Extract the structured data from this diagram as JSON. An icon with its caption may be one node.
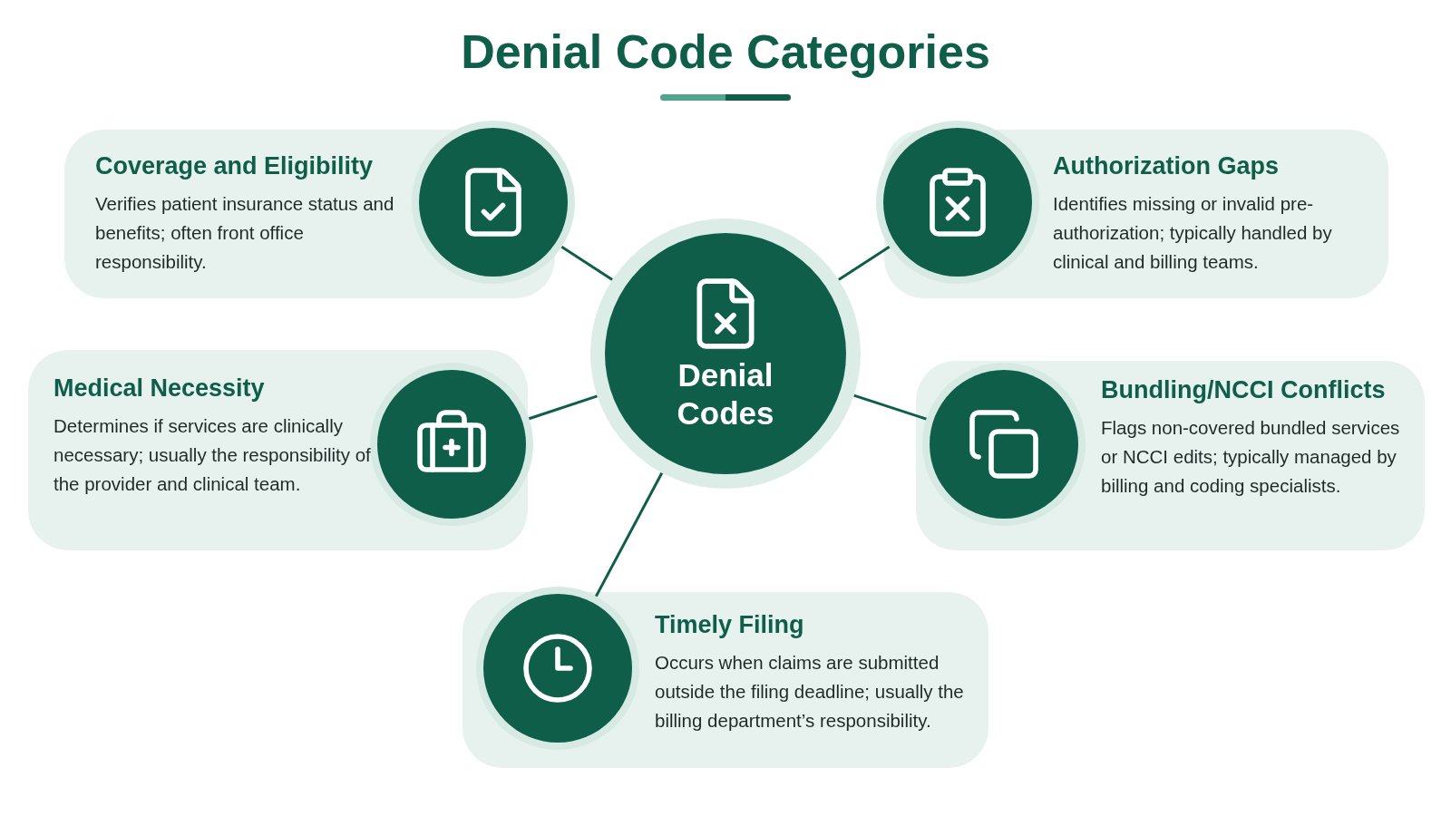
{
  "diagram": {
    "title": "Denial Code Categories",
    "nodes": [
      {
        "text": [
          "Denial Codes"
        ]
      },
      {
        "text": [
          "Coverage and Eligibility",
          "Verifies patient insurance status and benefits; often front office responsibility."
        ]
      },
      {
        "text": [
          "Authorization Gaps",
          "Identifies missing or invalid pre-authorization; typically handled by clinical and billing teams."
        ]
      },
      {
        "text": [
          "Medical Necessity",
          "Determines if services are clinically necessary; usually the responsibility of the provider and clinical team."
        ]
      },
      {
        "text": [
          "Bundling/NCCI Conflicts",
          "Flags non-covered bundled services or NCCI edits; typically managed by billing and coding specialists."
        ]
      },
      {
        "text": [
          "Timely Filing",
          "Occurs when claims are submitted outside the filing deadline; usually the billing department’s responsibility."
        ]
      }
    ],
    "edges": [
      {
        "from": 0,
        "to": 1,
        "arrow": "none"
      },
      {
        "from": 0,
        "to": 2,
        "arrow": "none"
      },
      {
        "from": 0,
        "to": 3,
        "arrow": "none"
      },
      {
        "from": 0,
        "to": 4,
        "arrow": "none"
      },
      {
        "from": 0,
        "to": 5,
        "arrow": "none"
      }
    ]
  }
}
